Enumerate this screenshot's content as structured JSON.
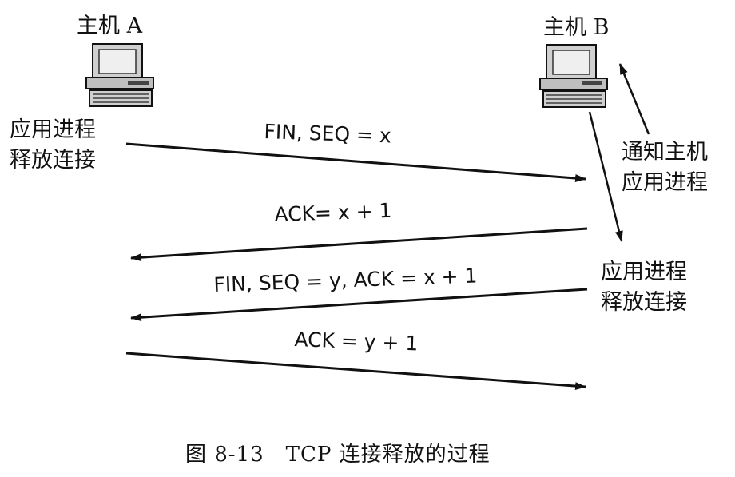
{
  "host_a": {
    "label": "主机 A"
  },
  "host_b": {
    "label": "主机 B"
  },
  "host_a_note": "应用进程\n释放连接",
  "host_b_note_top": "通知主机\n应用进程",
  "host_b_note_bottom": "应用进程\n释放连接",
  "messages": [
    {
      "label": "FIN, SEQ = x"
    },
    {
      "label": "ACK= x + 1"
    },
    {
      "label": "FIN, SEQ = y, ACK = x + 1"
    },
    {
      "label": "ACK = y + 1"
    }
  ],
  "caption": "图 8-13　TCP 连接释放的过程",
  "icons": [
    "computer-icon-host-a",
    "computer-icon-host-b"
  ],
  "colors": {
    "ink": "#111111",
    "screen": "#d9d9d9",
    "body": "#bdbdbd"
  }
}
